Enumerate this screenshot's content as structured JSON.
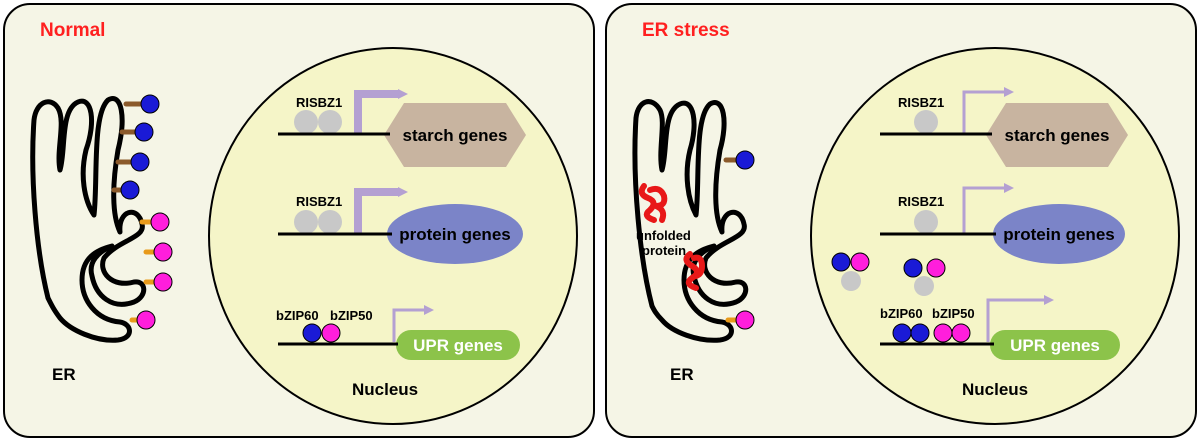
{
  "panels": [
    {
      "title": "Normal",
      "er_label": "ER",
      "nucleus_label": "Nucleus",
      "genes": [
        {
          "tf_label": "RISBZ1",
          "gene_label": "starch genes"
        },
        {
          "tf_label": "RISBZ1",
          "gene_label": "protein genes"
        },
        {
          "tf_label_1": "bZIP60",
          "tf_label_2": "bZIP50",
          "gene_label": "UPR genes"
        }
      ]
    },
    {
      "title": "ER stress",
      "er_label": "ER",
      "nucleus_label": "Nucleus",
      "unfolded_label_1": "unfolded",
      "unfolded_label_2": "protein",
      "genes": [
        {
          "tf_label": "RISBZ1",
          "gene_label": "starch genes"
        },
        {
          "tf_label": "RISBZ1",
          "gene_label": "protein genes"
        },
        {
          "tf_label_1": "bZIP60",
          "tf_label_2": "bZIP50",
          "gene_label": "UPR genes"
        }
      ]
    }
  ],
  "colors": {
    "title": "#ff2020",
    "panel_fill": "#f5f5e6",
    "nucleus_fill": "#f5f5c8",
    "starch_hexagon": "#c8b4a0",
    "protein_ellipse": "#7b84c8",
    "upr_pill": "#8cc34a",
    "arrow": "#b4a0d2",
    "bzip60_blue": "#1a1ad6",
    "bzip50_magenta": "#ff1edc",
    "risbz1_gray": "#c8c8c8",
    "tether_brown": "#8b5a2b",
    "tether_orange": "#e89a1a",
    "unfolded_red": "#e81818"
  }
}
